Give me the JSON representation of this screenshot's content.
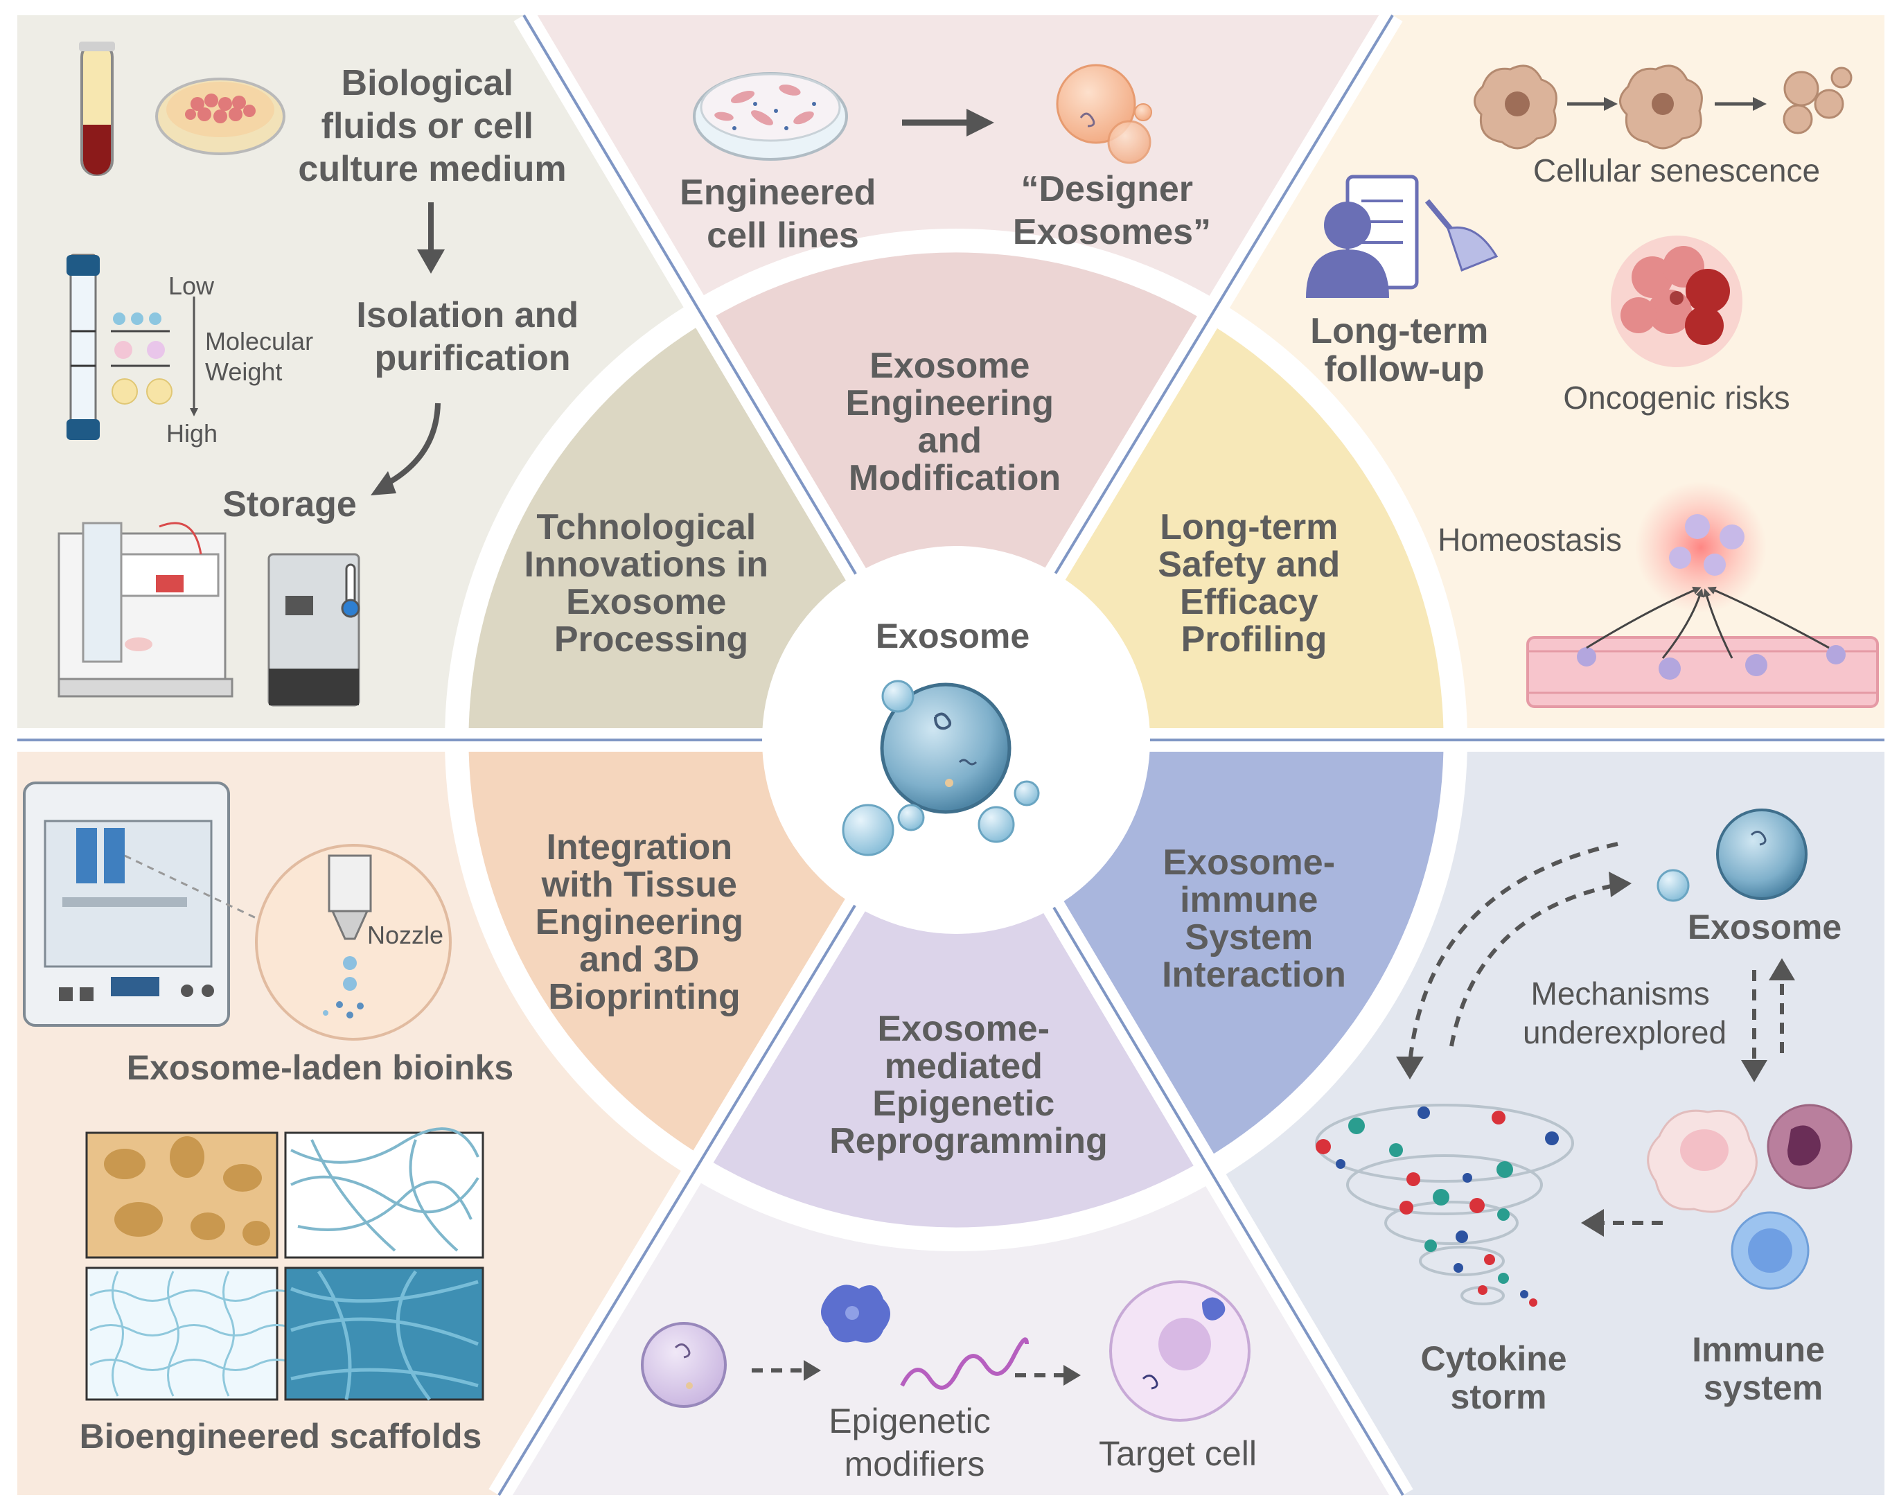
{
  "center": {
    "title": "Exosome"
  },
  "wheel": {
    "top": [
      "Exosome",
      "Engineering",
      "and",
      "Modification"
    ],
    "upper_left": [
      "Tchnological",
      "Innovations in",
      "Exosome",
      "Processing"
    ],
    "upper_right": [
      "Long-term",
      "Safety and",
      "Efficacy",
      "Profiling"
    ],
    "lower_left": [
      "Integration",
      "with Tissue",
      "Engineering",
      "and 3D",
      "Bioprinting"
    ],
    "bottom": [
      "Exosome-",
      "mediated",
      "Epigenetic",
      "Reprogramming"
    ],
    "lower_right": [
      "Exosome-",
      "immune",
      "System",
      "Interaction"
    ]
  },
  "processing": {
    "source": [
      "Biological",
      "fluids or cell",
      "culture medium"
    ],
    "isolation": [
      "Isolation and",
      "purification"
    ],
    "storage": "Storage",
    "column_low": "Low",
    "column_mw": [
      "Molecular",
      "Weight"
    ],
    "column_high": "High"
  },
  "engineering": {
    "cells": [
      "Engineered",
      "cell lines"
    ],
    "designer": [
      "“Designer",
      "Exosomes”"
    ]
  },
  "safety": {
    "senescence": "Cellular senescence",
    "followup": [
      "Long-term",
      "follow-up"
    ],
    "oncogenic": "Oncogenic risks",
    "homeostasis": "Homeostasis"
  },
  "bioprinting": {
    "nozzle": "Nozzle",
    "bioinks": "Exosome-laden bioinks",
    "scaffolds": "Bioengineered scaffolds"
  },
  "epigenetic": {
    "modifiers": [
      "Epigenetic",
      "modifiers"
    ],
    "target": "Target cell"
  },
  "immune": {
    "exosome": "Exosome",
    "mechanisms": [
      "Mechanisms",
      "underexplored"
    ],
    "cytokine": [
      "Cytokine",
      "storm"
    ],
    "immune_system": [
      "Immune",
      "system"
    ]
  },
  "colors": {
    "divider": "#7f96c4",
    "bg_upper_left": "#eeede6",
    "bg_top": "#f3e6e6",
    "bg_upper_right": "#fdf3e4",
    "bg_lower_left": "#f9eade",
    "bg_bottom": "#f1eef3",
    "bg_lower_right": "#e3e7ef",
    "wedge_upper_left": "#dcd7c3",
    "wedge_top": "#ecd5d4",
    "wedge_upper_right": "#f7e8b8",
    "wedge_lower_left": "#f5d6bd",
    "wedge_bottom": "#dcd4ea",
    "wedge_lower_right": "#a9b6dd",
    "text_main": "#5d5d5d",
    "text_icon": "#666666"
  }
}
